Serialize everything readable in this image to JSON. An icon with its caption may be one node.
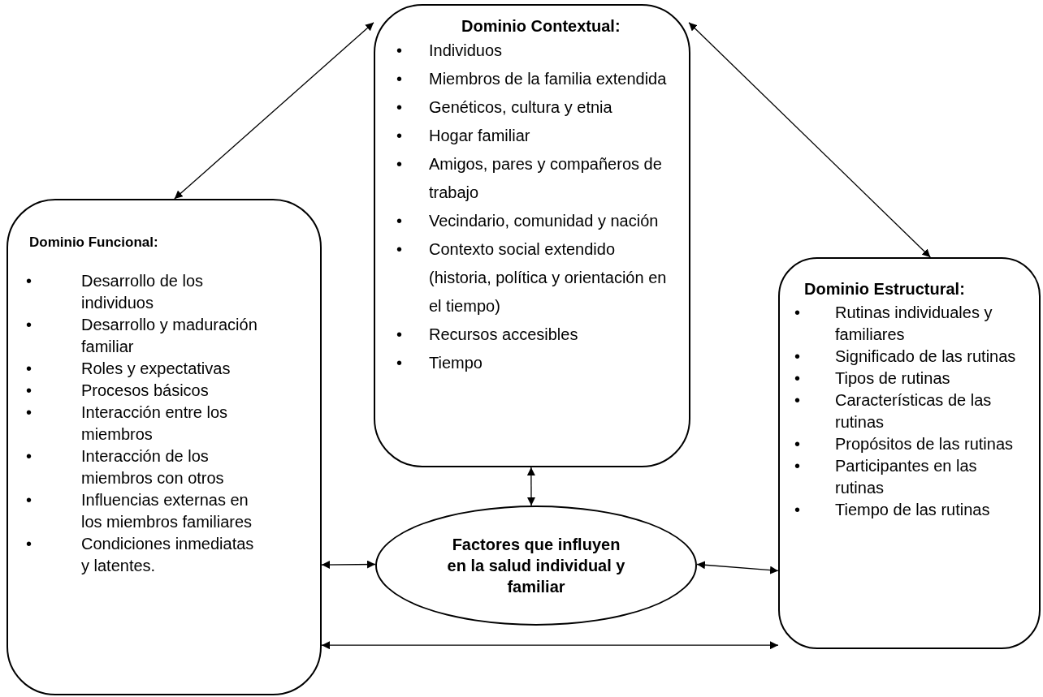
{
  "diagram": {
    "nodes": [
      {
        "text": [
          "Dominio Contextual:",
          "•",
          "Individuos",
          "•",
          "Miembros de la familia extendida",
          "•",
          "Genéticos, cultura y etnia",
          "•",
          "Hogar familiar",
          "•",
          "Amigos, pares y compañeros de trabajo",
          "•",
          "Vecindario, comunidad y nación",
          "•",
          "Contexto social extendido (historia, política y orientación en el tiempo)",
          "•",
          "Recursos accesibles",
          "•",
          "Tiempo"
        ]
      },
      {
        "text": [
          "Dominio Funcional:",
          "•",
          "Desarrollo de los individuos",
          "•",
          "Desarrollo y maduración familiar",
          "•",
          "Roles y expectativas",
          "•",
          "Procesos básicos",
          "•",
          "Interacción entre los miembros",
          "•",
          "Interacción de los miembros con otros",
          "•",
          "Influencias externas en los miembros familiares",
          "•",
          "Condiciones inmediatas y latentes."
        ]
      },
      {
        "text": [
          "Dominio Estructural:",
          "•",
          "Rutinas individuales y familiares",
          "•",
          "Significado de las rutinas",
          "•",
          "Tipos de rutinas",
          "•",
          "Características de las rutinas",
          "•",
          "Propósitos de las rutinas",
          "•",
          "Participantes en las rutinas",
          "•",
          "Tiempo de las rutinas"
        ]
      },
      {
        "text": [
          "Factores que influyen en la salud individual y familiar"
        ]
      }
    ],
    "edges": [
      {
        "from": 0,
        "to": 1,
        "arrow": "both"
      },
      {
        "from": 0,
        "to": 2,
        "arrow": "both"
      },
      {
        "from": 0,
        "to": 3,
        "arrow": "both"
      },
      {
        "from": 1,
        "to": 3,
        "arrow": "both"
      },
      {
        "from": 3,
        "to": 2,
        "arrow": "both"
      },
      {
        "from": 1,
        "to": 2,
        "arrow": "both"
      }
    ]
  }
}
